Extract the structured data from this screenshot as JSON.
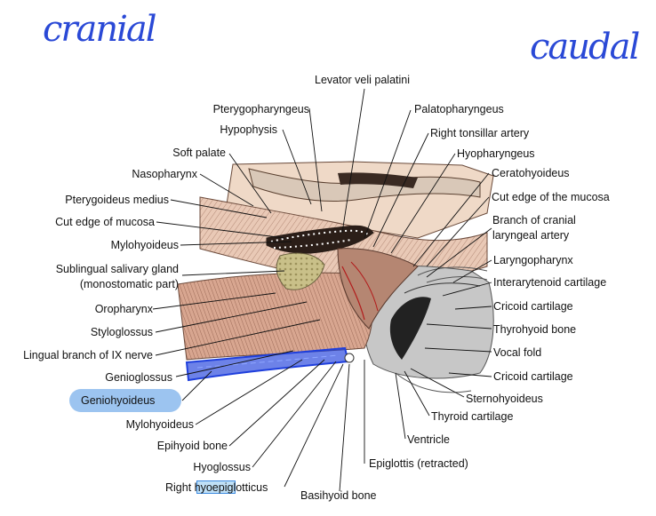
{
  "handwriting": {
    "left": "cranial",
    "right": "caudal"
  },
  "labels": {
    "levator_veli_palatini": "Levator veli palatini",
    "pterygopharyngeus": "Pterygopharyngeus",
    "palatopharyngeus": "Palatopharyngeus",
    "hypophysis": "Hypophysis",
    "right_tonsillar_artery": "Right tonsillar artery",
    "soft_palate": "Soft palate",
    "hyopharyngeus": "Hyopharyngeus",
    "nasopharynx": "Nasopharynx",
    "ceratohyoideus": "Ceratohyoideus",
    "pterygoideus_medius": "Pterygoideus medius",
    "cut_edge_of_the_mucosa": "Cut edge of the mucosa",
    "cut_edge_of_mucosa": "Cut edge of mucosa",
    "branch_of_cranial_laryngeal_artery_l1": "Branch of cranial",
    "branch_of_cranial_laryngeal_artery_l2": "laryngeal artery",
    "mylohyoideus_upper": "Mylohyoideus",
    "laryngopharynx": "Laryngopharynx",
    "sublingual_salivary_gland_l1": "Sublingual salivary gland",
    "sublingual_salivary_gland_l2": "(monostomatic part)",
    "interarytenoid_cartilage": "Interarytenoid cartilage",
    "oropharynx": "Oropharynx",
    "cricoid_cartilage_upper": "Cricoid cartilage",
    "styloglossus": "Styloglossus",
    "thyrohyoid_bone": "Thyrohyoid bone",
    "lingual_branch_ix": "Lingual branch of IX nerve",
    "vocal_fold": "Vocal fold",
    "genioglossus": "Genioglossus",
    "cricoid_cartilage_lower": "Cricoid cartilage",
    "geniohyoideus": "Geniohyoideus",
    "sternohyoideus": "Sternohyoideus",
    "thyroid_cartilage": "Thyroid cartilage",
    "mylohyoideus_lower": "Mylohyoideus",
    "ventricle": "Ventricle",
    "epihyoid_bone": "Epihyoid bone",
    "hyoglossus": "Hyoglossus",
    "epiglottis_retracted": "Epiglottis (retracted)",
    "right_hyoepiglotticus_pre": "Right ",
    "right_hyoepiglotticus_hl": "hyoepi",
    "right_hyoepiglotticus_post": "glotticus",
    "basihyoid_bone": "Basihyoid bone"
  },
  "colors": {
    "handwriting_ink": "#2a49d6",
    "highlight_pill": "#9cc4f0",
    "highlight_box_border": "#3d8be0",
    "geniohyoideus_overlay": "#1f3fdc"
  }
}
